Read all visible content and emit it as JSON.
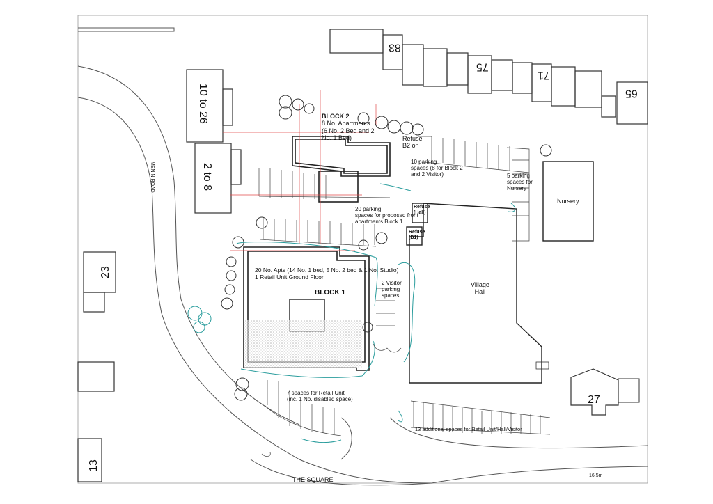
{
  "house_numbers": {
    "n83": "83",
    "n75": "75",
    "n71": "71",
    "n65": "65",
    "n10to26": "10 to 26",
    "n2to8": "2 to 8",
    "n23": "23",
    "n27": "27",
    "n13": "13"
  },
  "roads": {
    "menin": "MENIN ROAD",
    "square": "THE SQUARE"
  },
  "block2": {
    "title": "BLOCK 2",
    "desc": [
      "8 No. Apartments",
      "(6 No. 2 Bed and 2",
      "No. 1 Bed)"
    ],
    "refuse": [
      "Refuse",
      "B2 on"
    ]
  },
  "parking": {
    "p10": [
      "10 parking",
      "spaces (8 for Block 2",
      "and 2 Visitor)"
    ],
    "p5": [
      "5 parking",
      "spaces for",
      "Nursery"
    ],
    "p20": [
      "20 parking",
      "spaces for proposed front",
      "apartments Block 1"
    ],
    "visitor": [
      "2 Visitor",
      "parking",
      "spaces"
    ],
    "retail": [
      "7 spaces for Retail Unit",
      "(inc. 1 No. disabled space)"
    ],
    "additional": "13 additional spaces for Retail Unit/Hall/Visitor"
  },
  "block1": {
    "title": "BLOCK 1",
    "desc": [
      "20 No. Apts (14 No. 1 bed, 5 No. 2 bed & 1 No. Studio)",
      "1 Retail Unit Ground Floor"
    ]
  },
  "buildings": {
    "nursery": "Nursery",
    "hall": [
      "Village",
      "Hall"
    ],
    "refuse_hall": [
      "Refuse",
      "(Hall)"
    ],
    "refuse_b1": [
      "Refuse",
      "(B1)"
    ]
  },
  "scale": "16.5m",
  "colors": {
    "line": "#333333",
    "teal": "#2a9d9d",
    "red": "#e04a4a"
  }
}
